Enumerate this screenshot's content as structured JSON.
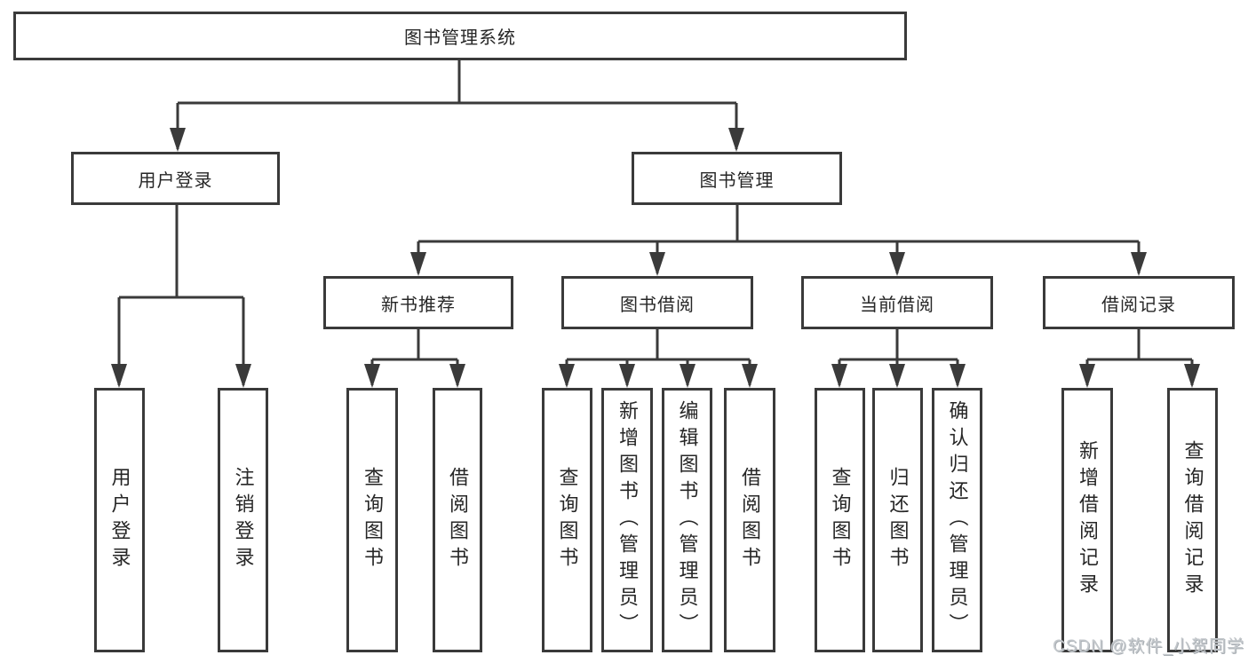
{
  "diagram": {
    "root": {
      "label": "图书管理系统"
    },
    "branches": [
      {
        "label": "用户登录",
        "children": [
          {
            "label": "用户登录"
          },
          {
            "label": "注销登录"
          }
        ]
      },
      {
        "label": "图书管理",
        "children": [
          {
            "label": "新书推荐",
            "children": [
              {
                "label": "查询图书"
              },
              {
                "label": "借阅图书"
              }
            ]
          },
          {
            "label": "图书借阅",
            "children": [
              {
                "label": "查询图书"
              },
              {
                "label": "新增图书（管理员）"
              },
              {
                "label": "编辑图书（管理员）"
              },
              {
                "label": "借阅图书"
              }
            ]
          },
          {
            "label": "当前借阅",
            "children": [
              {
                "label": "查询图书"
              },
              {
                "label": "归还图书"
              },
              {
                "label": "确认归还（管理员）"
              }
            ]
          },
          {
            "label": "借阅记录",
            "children": [
              {
                "label": "新增借阅记录"
              },
              {
                "label": "查询借阅记录"
              }
            ]
          }
        ]
      }
    ]
  },
  "watermark": {
    "text": "CSDN @软件_小贺同学"
  },
  "colors": {
    "line": "#3a3a3a",
    "text": "#262626",
    "background": "#ffffff",
    "watermark": "#c4c8cc"
  }
}
